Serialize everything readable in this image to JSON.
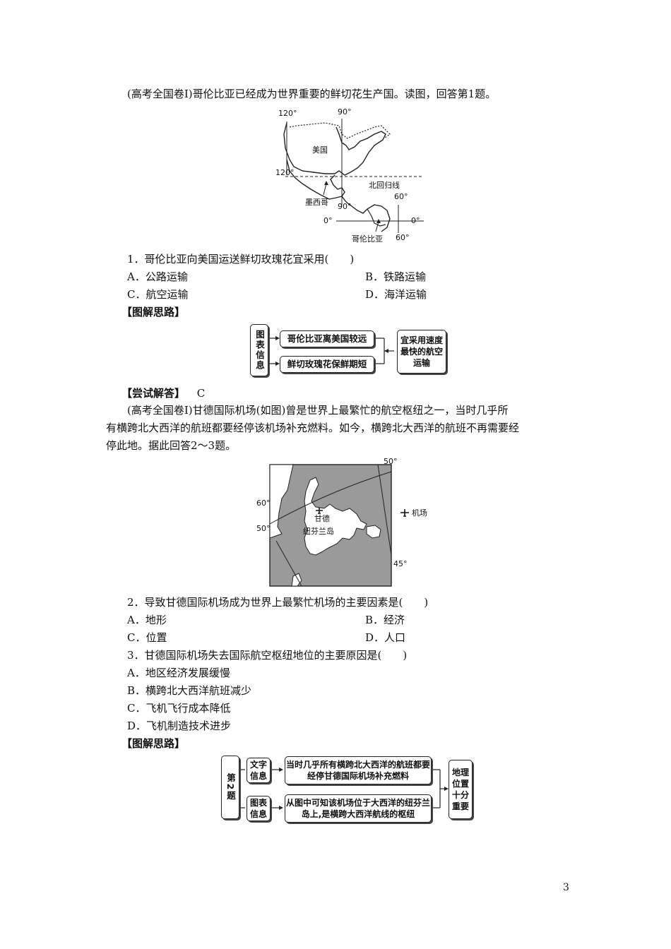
{
  "intro1": "(高考全国卷Ⅰ)哥伦比亚已经成为世界重要的鲜切花生产国。读图，回答第1题。",
  "map1": {
    "lbl_120_top": "120°",
    "lbl_90_top": "90°",
    "lbl_usa": "美国",
    "lbl_120_left": "120°",
    "lbl_tropic": "北回归线",
    "lbl_mexico": "墨西哥",
    "lbl_90_bottom": "90°",
    "lbl_60_top": "60°",
    "lbl_0_left": "0°",
    "lbl_0_right": "0°",
    "lbl_colombia": "哥伦比亚",
    "lbl_60_bottom": "60°"
  },
  "q1": {
    "stem": "1．哥伦比亚向美国运送鲜切玫瑰花宜采用(　　)",
    "a": "A．公路运输",
    "b": "B．铁路运输",
    "c": "C．航空运输",
    "d": "D．海洋运输"
  },
  "tujie1": "【图解思路】",
  "flow1": {
    "left": "图表信息",
    "top": "哥伦比亚离美国较远",
    "bottom": "鲜切玫瑰花保鲜期短",
    "result": "宜采用速度最快的航空运输"
  },
  "answer1_label": "【尝试解答】",
  "answer1_value": "C",
  "intro2_line1": "(高考全国卷Ⅰ)甘德国际机场(如图)曾是世界上最繁忙的航空枢纽之一，当时几乎所",
  "intro2_line2": "有横跨北大西洋的航班都要经停该机场补充燃料。如今，横跨北大西洋的航班不再需要经",
  "intro2_line3": "停此地。据此回答2～3题。",
  "map2": {
    "lbl_50_top": "50°",
    "lbl_60": "60°",
    "lbl_50_left": "50°",
    "lbl_gander": "甘德",
    "lbl_island": "纽芬兰岛",
    "lbl_45": "45°",
    "legend_airport": "机场"
  },
  "q2": {
    "stem": "2．导致甘德国际机场成为世界上最繁忙机场的主要因素是(　　)",
    "a": "A．地形",
    "b": "B．经济",
    "c": "C．位置",
    "d": "D．人口"
  },
  "q3": {
    "stem": "3．甘德国际机场失去国际航空枢纽地位的主要原因是(　　)",
    "a": "A．地区经济发展缓慢",
    "b": "B．横跨北大西洋航班减少",
    "c": "C．飞机飞行成本降低",
    "d": "D．飞机制造技术进步"
  },
  "tujie2": "【图解思路】",
  "flow2": {
    "left": "第2题",
    "mid_top": "文字信息",
    "mid_bottom": "图表信息",
    "text_top": "当时几乎所有横跨北大西洋的航班都要经停甘德国际机场补充燃料",
    "text_bottom": "从图中可知该机场位于大西洋的纽芬兰岛上,是横跨大西洋航线的枢纽",
    "result": "地理位置十分重要"
  },
  "page_number": "3"
}
